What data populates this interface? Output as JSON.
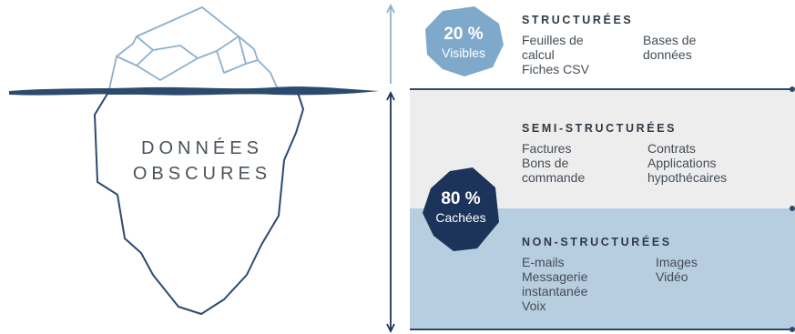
{
  "iceberg": {
    "label_line1": "DONNÉES",
    "label_line2": "OBSCURES"
  },
  "colors": {
    "visible_badge": "#7fa9cb",
    "hidden_badge": "#1c3459",
    "water": "#2b4a6d",
    "ice_outline": "#2b4a6d",
    "semi_band": "#ededed",
    "non_band": "#b7cde0"
  },
  "visible_badge": {
    "percent": "20 %",
    "label": "Visibles"
  },
  "hidden_badge": {
    "percent": "80 %",
    "label": "Cachées"
  },
  "sections": {
    "structured": {
      "title": "STRUCTURÉES",
      "col1": "Feuilles de\ncalcul\nFiches CSV",
      "col2": "Bases de\ndonnées"
    },
    "semi": {
      "title": "SEMI-STRUCTURÉES",
      "col1": "Factures\nBons de\ncommande",
      "col2": "Contrats\nApplications\nhypothécaires"
    },
    "non": {
      "title": "NON-STRUCTURÉES",
      "col1": "E-mails\nMessagerie\ninstantanée\nVoix",
      "col2": "Images\nVidéo"
    }
  }
}
